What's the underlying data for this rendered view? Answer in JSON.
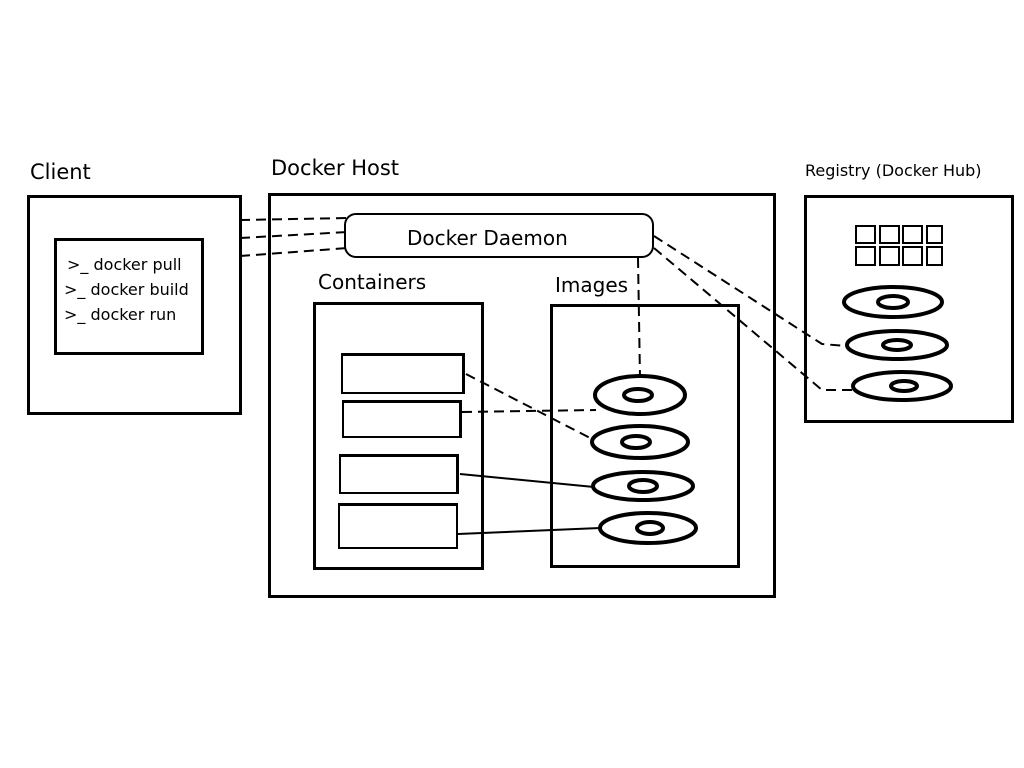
{
  "client": {
    "title": "Client",
    "commands": [
      ">_ docker pull",
      ">_ docker build",
      ">_ docker run"
    ]
  },
  "host": {
    "title": "Docker Host",
    "daemon": "Docker Daemon",
    "containers_title": "Containers",
    "images_title": "Images"
  },
  "registry": {
    "title": "Registry (Docker Hub)"
  }
}
